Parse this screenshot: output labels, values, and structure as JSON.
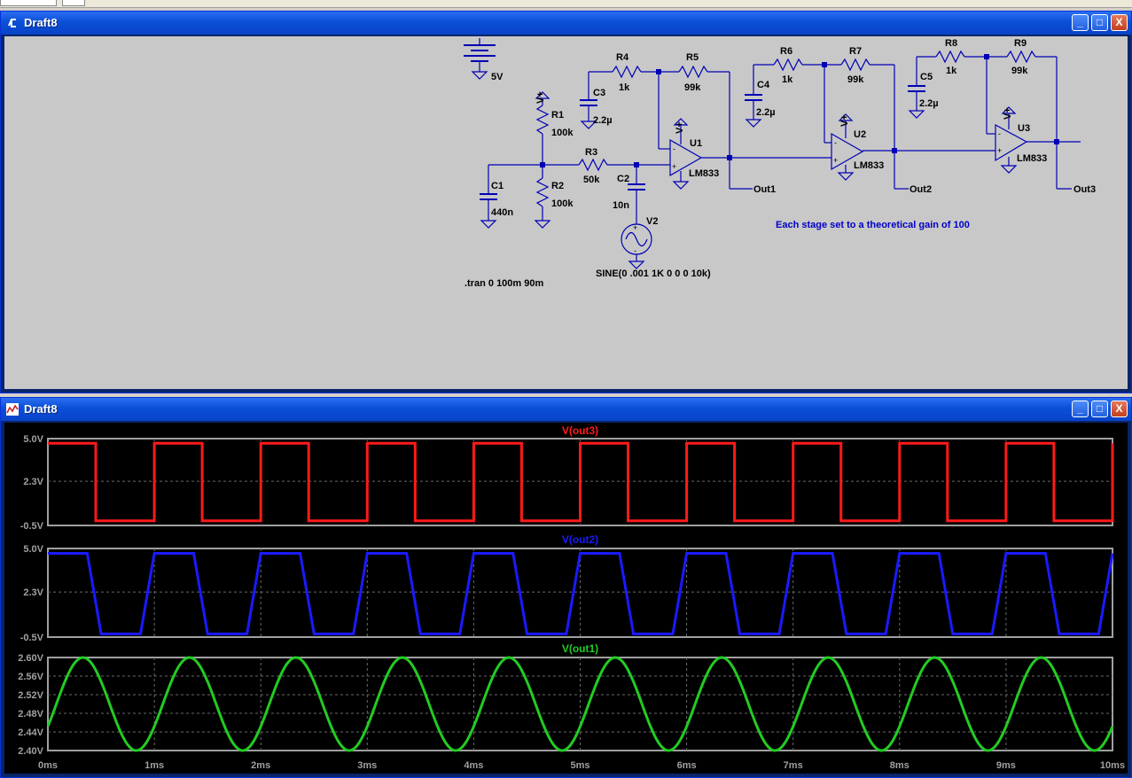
{
  "schematic_window": {
    "title": "Draft8",
    "buttons": {
      "minimize": "_",
      "maximize": "□",
      "close": "X"
    },
    "labels": {
      "battery_value": "5V",
      "r1_name": "R1",
      "r1_value": "100k",
      "r2_name": "R2",
      "r2_value": "100k",
      "r3_name": "R3",
      "r3_value": "50k",
      "r4_name": "R4",
      "r4_value": "1k",
      "r5_name": "R5",
      "r5_value": "99k",
      "r6_name": "R6",
      "r6_value": "1k",
      "r7_name": "R7",
      "r7_value": "99k",
      "r8_name": "R8",
      "r8_value": "1k",
      "r9_name": "R9",
      "r9_value": "99k",
      "c1_name": "C1",
      "c1_value": "440n",
      "c2_name": "C2",
      "c2_value": "10n",
      "c3_name": "C3",
      "c3_value": "2.2µ",
      "c4_name": "C4",
      "c4_value": "2.2µ",
      "c5_name": "C5",
      "c5_value": "2.2µ",
      "u1_name": "U1",
      "u2_name": "U2",
      "u3_name": "U3",
      "opamp_model": "LM833",
      "vplus": "V+",
      "v2_name": "V2",
      "v2_value": "SINE(0 .001 1K 0 0 0 10k)",
      "out1": "Out1",
      "out2": "Out2",
      "out3": "Out3",
      "directive": ".tran 0 100m 90m",
      "comment": "Each stage set to a theoretical gain of 100"
    }
  },
  "waveform_window": {
    "title": "Draft8",
    "buttons": {
      "minimize": "_",
      "maximize": "□",
      "close": "X"
    }
  },
  "colors": {
    "out3": "#ff1a1a",
    "out2": "#1a1aff",
    "out1": "#22cc22",
    "schematic_wire": "#0000b4",
    "comment_text": "#0000c8"
  },
  "chart_data": [
    {
      "type": "line",
      "title": "V(out3)",
      "series": [
        {
          "name": "V(out3)",
          "shape": "square",
          "period_ms": 1,
          "low": -0.2,
          "high": 4.7,
          "high_from_ms": 0.1,
          "high_to_ms": 0.45
        }
      ],
      "x": {
        "min": 0,
        "max": 10,
        "ticks": [
          "0ms",
          "1ms",
          "2ms",
          "3ms",
          "4ms",
          "5ms",
          "6ms",
          "7ms",
          "8ms",
          "9ms",
          "10ms"
        ]
      },
      "ylim": [
        -0.5,
        5.0
      ],
      "yticks": [
        "5.0V",
        "2.3V",
        "-0.5V"
      ],
      "grid": true
    },
    {
      "type": "line",
      "title": "V(out2)",
      "series": [
        {
          "name": "V(out2)",
          "shape": "trapezoid",
          "period_ms": 1,
          "low": -0.3,
          "high": 4.7
        }
      ],
      "x": {
        "min": 0,
        "max": 10
      },
      "ylim": [
        -0.5,
        5.0
      ],
      "yticks": [
        "5.0V",
        "2.3V",
        "-0.5V"
      ],
      "grid": true
    },
    {
      "type": "line",
      "title": "V(out1)",
      "series": [
        {
          "name": "V(out1)",
          "shape": "sine",
          "frequency_khz": 1,
          "offset": 2.5,
          "amplitude": 0.1
        }
      ],
      "x": {
        "min": 0,
        "max": 10,
        "ticks": [
          "0ms",
          "1ms",
          "2ms",
          "3ms",
          "4ms",
          "5ms",
          "6ms",
          "7ms",
          "8ms",
          "9ms",
          "10ms"
        ]
      },
      "ylim": [
        2.4,
        2.6
      ],
      "yticks": [
        "2.60V",
        "2.56V",
        "2.52V",
        "2.48V",
        "2.44V",
        "2.40V"
      ],
      "grid": true
    }
  ]
}
